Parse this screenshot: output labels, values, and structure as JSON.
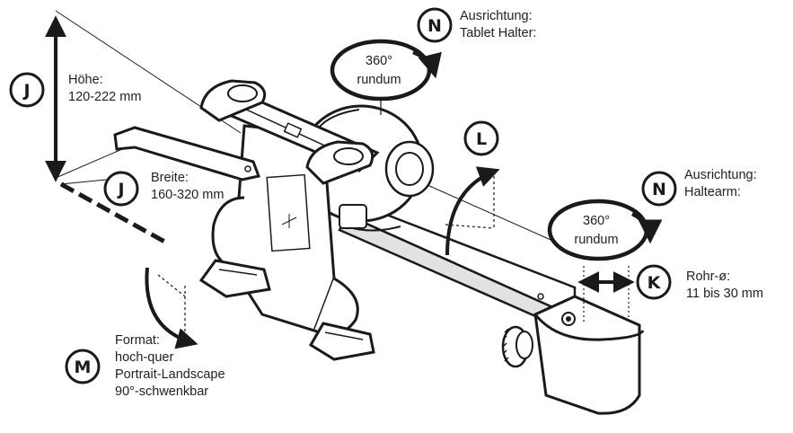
{
  "badges": {
    "j_height": "J",
    "j_width": "J",
    "n_tablet": "N",
    "n_arm": "N",
    "l": "L",
    "k": "K",
    "m": "M"
  },
  "labels": {
    "height_title": "Höhe:",
    "height_value": "120-222 mm",
    "width_title": "Breite:",
    "width_value": "160-320 mm",
    "tablet_orientation_title": "Ausrichtung:",
    "tablet_orientation_sub": "Tablet Halter:",
    "arm_orientation_title": "Ausrichtung:",
    "arm_orientation_sub": "Haltearm:",
    "tube_title": "Rohr-ø:",
    "tube_value": "11 bis 30 mm",
    "format_title": "Format:",
    "format_line1": "hoch-quer",
    "format_line2": "Portrait-Landscape",
    "format_line3": "90°-schwenkbar"
  },
  "rotation_tablet": {
    "degrees": "360°",
    "word": "rundum"
  },
  "rotation_arm": {
    "degrees": "360°",
    "word": "rundum"
  },
  "colors": {
    "ink": "#1a1a1a",
    "paper": "#ffffff",
    "shade": "#d9d9d9"
  }
}
